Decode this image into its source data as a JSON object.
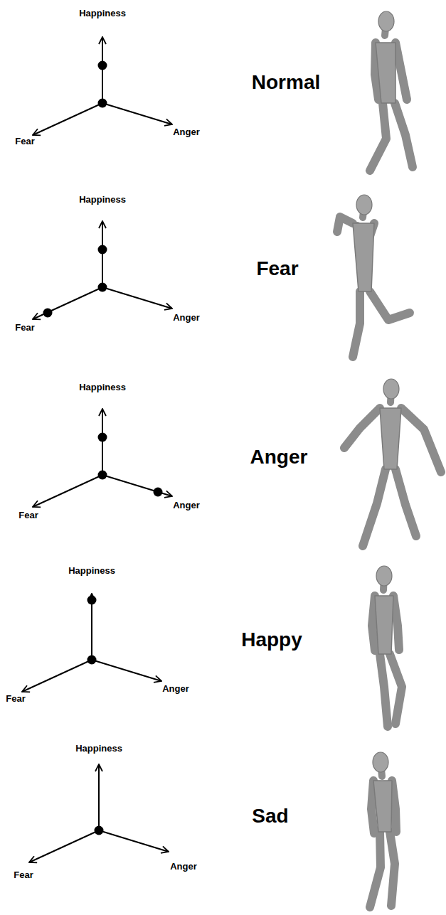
{
  "diagram": {
    "labels": [
      "Happiness",
      "Normal",
      "Fear",
      "Anger",
      "Happiness",
      "Fear",
      "Fear",
      "Anger",
      "Happiness",
      "Anger",
      "Fear",
      "Anger",
      "Happiness",
      "Happy",
      "Fear",
      "Anger",
      "Happiness",
      "Sad",
      "Fear",
      "Anger"
    ]
  }
}
